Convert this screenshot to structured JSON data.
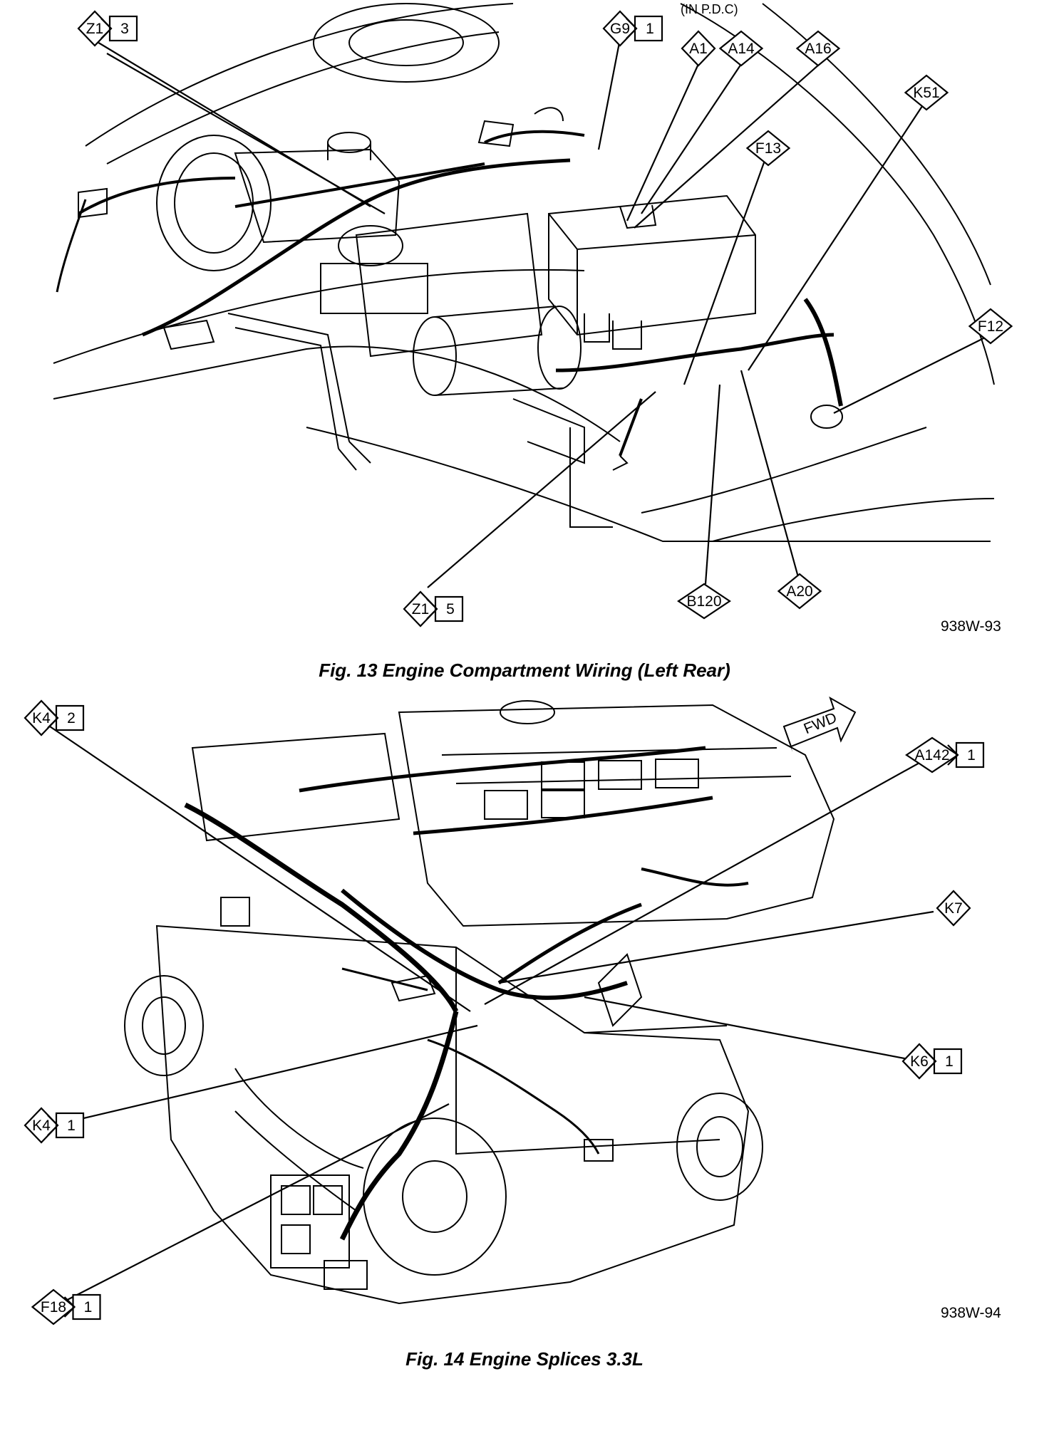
{
  "figure13": {
    "caption": "Fig. 13 Engine Compartment Wiring (Left Rear)",
    "code": "938W-93",
    "note": "(IN P.D.C)",
    "callouts": [
      {
        "id": "z1-3",
        "label": "Z1",
        "num": "3"
      },
      {
        "id": "g9-1",
        "label": "G9",
        "num": "1"
      },
      {
        "id": "a1",
        "label": "A1",
        "num": ""
      },
      {
        "id": "a14",
        "label": "A14",
        "num": ""
      },
      {
        "id": "a16",
        "label": "A16",
        "num": ""
      },
      {
        "id": "k51",
        "label": "K51",
        "num": ""
      },
      {
        "id": "f13",
        "label": "F13",
        "num": ""
      },
      {
        "id": "f12",
        "label": "F12",
        "num": ""
      },
      {
        "id": "z1-5",
        "label": "Z1",
        "num": "5"
      },
      {
        "id": "b120",
        "label": "B120",
        "num": ""
      },
      {
        "id": "a20",
        "label": "A20",
        "num": ""
      }
    ]
  },
  "figure14": {
    "caption": "Fig. 14 Engine Splices 3.3L",
    "code": "938W-94",
    "fwd_label": "FWD",
    "callouts": [
      {
        "id": "k4-2",
        "label": "K4",
        "num": "2"
      },
      {
        "id": "a142-1",
        "label": "A142",
        "num": "1"
      },
      {
        "id": "k7",
        "label": "K7",
        "num": ""
      },
      {
        "id": "k6-1",
        "label": "K6",
        "num": "1"
      },
      {
        "id": "k4-1",
        "label": "K4",
        "num": "1"
      },
      {
        "id": "f18-1",
        "label": "F18",
        "num": "1"
      }
    ]
  }
}
